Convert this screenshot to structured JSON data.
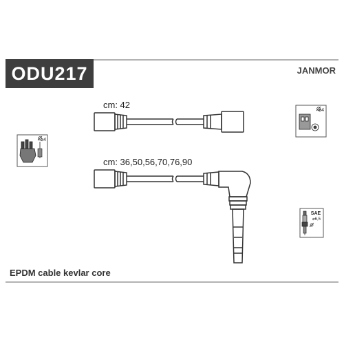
{
  "header": {
    "part_number": "ODU217",
    "brand": "JANMOR"
  },
  "cables": [
    {
      "label": "cm: 42"
    },
    {
      "label": "cm: 36,50,56,70,76,90"
    }
  ],
  "icons": {
    "distributor_left": {
      "name": "distributor-cap-icon",
      "value": "⌀4"
    },
    "distributor_right": {
      "name": "distributor-cap-icon",
      "value": "⌀4"
    },
    "spark_plug": {
      "name": "spark-plug-icon",
      "std": "SAE",
      "value": "⌀6,5"
    }
  },
  "footer": {
    "description": "EPDM cable kevlar core"
  },
  "colors": {
    "title_bg": "#3e3e3e",
    "line": "#999999",
    "stroke": "#333333"
  }
}
